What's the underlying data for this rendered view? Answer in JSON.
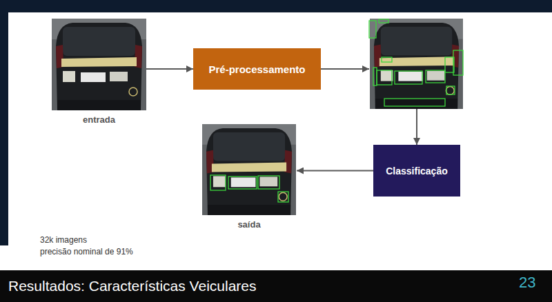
{
  "diagram": {
    "title": "Resultados: Características Veiculares",
    "nodes": [
      {
        "text": [
          "entrada"
        ]
      },
      {
        "text": [
          "Pré-processamento"
        ]
      },
      {
        "text": []
      },
      {
        "text": [
          "Classificação"
        ]
      },
      {
        "text": [
          "saída"
        ]
      }
    ],
    "edges": [
      {
        "from": 0,
        "to": 1,
        "arrow": "to"
      },
      {
        "from": 1,
        "to": 2,
        "arrow": "to"
      },
      {
        "from": 2,
        "to": 3,
        "arrow": "to"
      },
      {
        "from": 3,
        "to": 4,
        "arrow": "to"
      }
    ],
    "labels": [
      "32k imagens",
      "precisão nominal de 91%",
      "23"
    ]
  }
}
